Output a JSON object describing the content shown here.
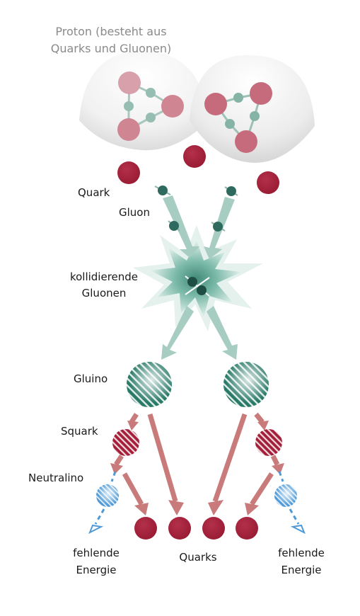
{
  "labels": {
    "proton_line1": "Proton (besteht aus",
    "proton_line2": "Quarks und Gluonen)",
    "quark": "Quark",
    "gluon": "Gluon",
    "colliding_line1": "kollidierende",
    "colliding_line2": "Gluonen",
    "gluino": "Gluino",
    "squark": "Squark",
    "neutralino": "Neutralino",
    "missing_left_line1": "fehlende",
    "missing_left_line2": "Energie",
    "quarks": "Quarks",
    "missing_right_line1": "fehlende",
    "missing_right_line2": "Energie"
  },
  "colors": {
    "quark": "#a4203a",
    "quark_light": "#d4909c",
    "gluon": "#2e6b5e",
    "gluon_light": "#8fb3a8",
    "gluino": "#2a7a68",
    "neutralino": "#4f9ad6",
    "arrow_red": "#c97a7a",
    "arrow_green": "#a7cdc3",
    "proton_shade": "#e3e3e3",
    "label_gray": "#8a8a8a"
  }
}
